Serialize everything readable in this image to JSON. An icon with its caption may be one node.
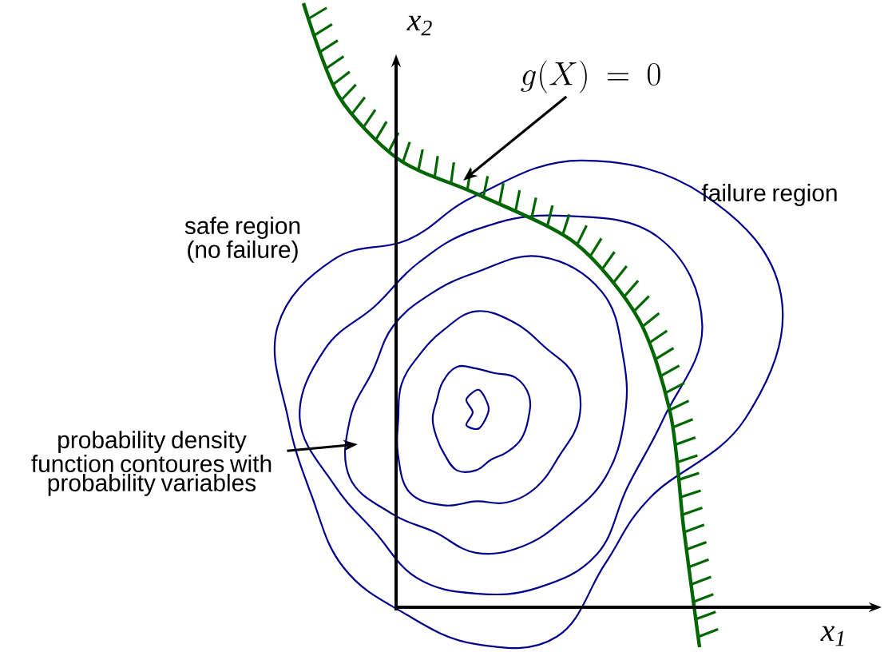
{
  "diagram": {
    "nodes": [
      {
        "text": [
          "g(X)=0"
        ]
      },
      {
        "text": [
          "probability density function contoures with probability variables"
        ]
      }
    ],
    "edges": [
      {
        "from": 0,
        "to": null,
        "arrow": "to"
      },
      {
        "from": 1,
        "to": null,
        "arrow": "to"
      }
    ],
    "labels": [
      "*x*$_{2}$",
      "failure region",
      "safe region (no failure)",
      "*x*$_{1}$"
    ]
  }
}
